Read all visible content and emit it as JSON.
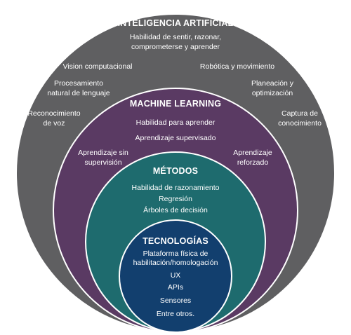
{
  "colors": {
    "background": "#ffffff",
    "ai_ring": "#5f5f61",
    "ml_ring": "#5a3a63",
    "methods_ring": "#1e6b6e",
    "tech_core": "#123f6e",
    "ring_border": "#ffffff",
    "text": "#ffffff"
  },
  "inteligencia_artificial": {
    "title": "INTELIGENCIA ARTIFICIAL",
    "capability_line1": "Habilidad de sentir, razonar,",
    "capability_line2": "comprometerse y aprender",
    "vision": "Vision computacional",
    "robotica": "Robótica y movimiento",
    "procesamiento_line1": "Procesamiento",
    "procesamiento_line2": "natural de lenguaje",
    "planeacion_line1": "Planeación y",
    "planeacion_line2": "optimización",
    "reconocimiento_line1": "Reconocimiento",
    "reconocimiento_line2": "de voz",
    "captura_line1": "Captura de",
    "captura_line2": "conocimiento"
  },
  "machine_learning": {
    "title": "MACHINE LEARNING",
    "item1": "Habilidad para aprender",
    "item2": "Aprendizaje supervisado",
    "sin_supervision_line1": "Aprendizaje sin",
    "sin_supervision_line2": "supervisión",
    "reforzado_line1": "Aprendizaje",
    "reforzado_line2": "reforzado"
  },
  "metodos": {
    "title": "MÉTODOS",
    "item1": "Habilidad de razonamiento",
    "item2": "Regresión",
    "item3": "Árboles de decisión"
  },
  "tecnologias": {
    "title": "TECNOLOGÍAS",
    "item1_line1": "Plataforma física de",
    "item1_line2": "habilitación/homologación",
    "item2": "UX",
    "item3": "APIs",
    "item4": "Sensores",
    "item5": "Entre otros."
  }
}
